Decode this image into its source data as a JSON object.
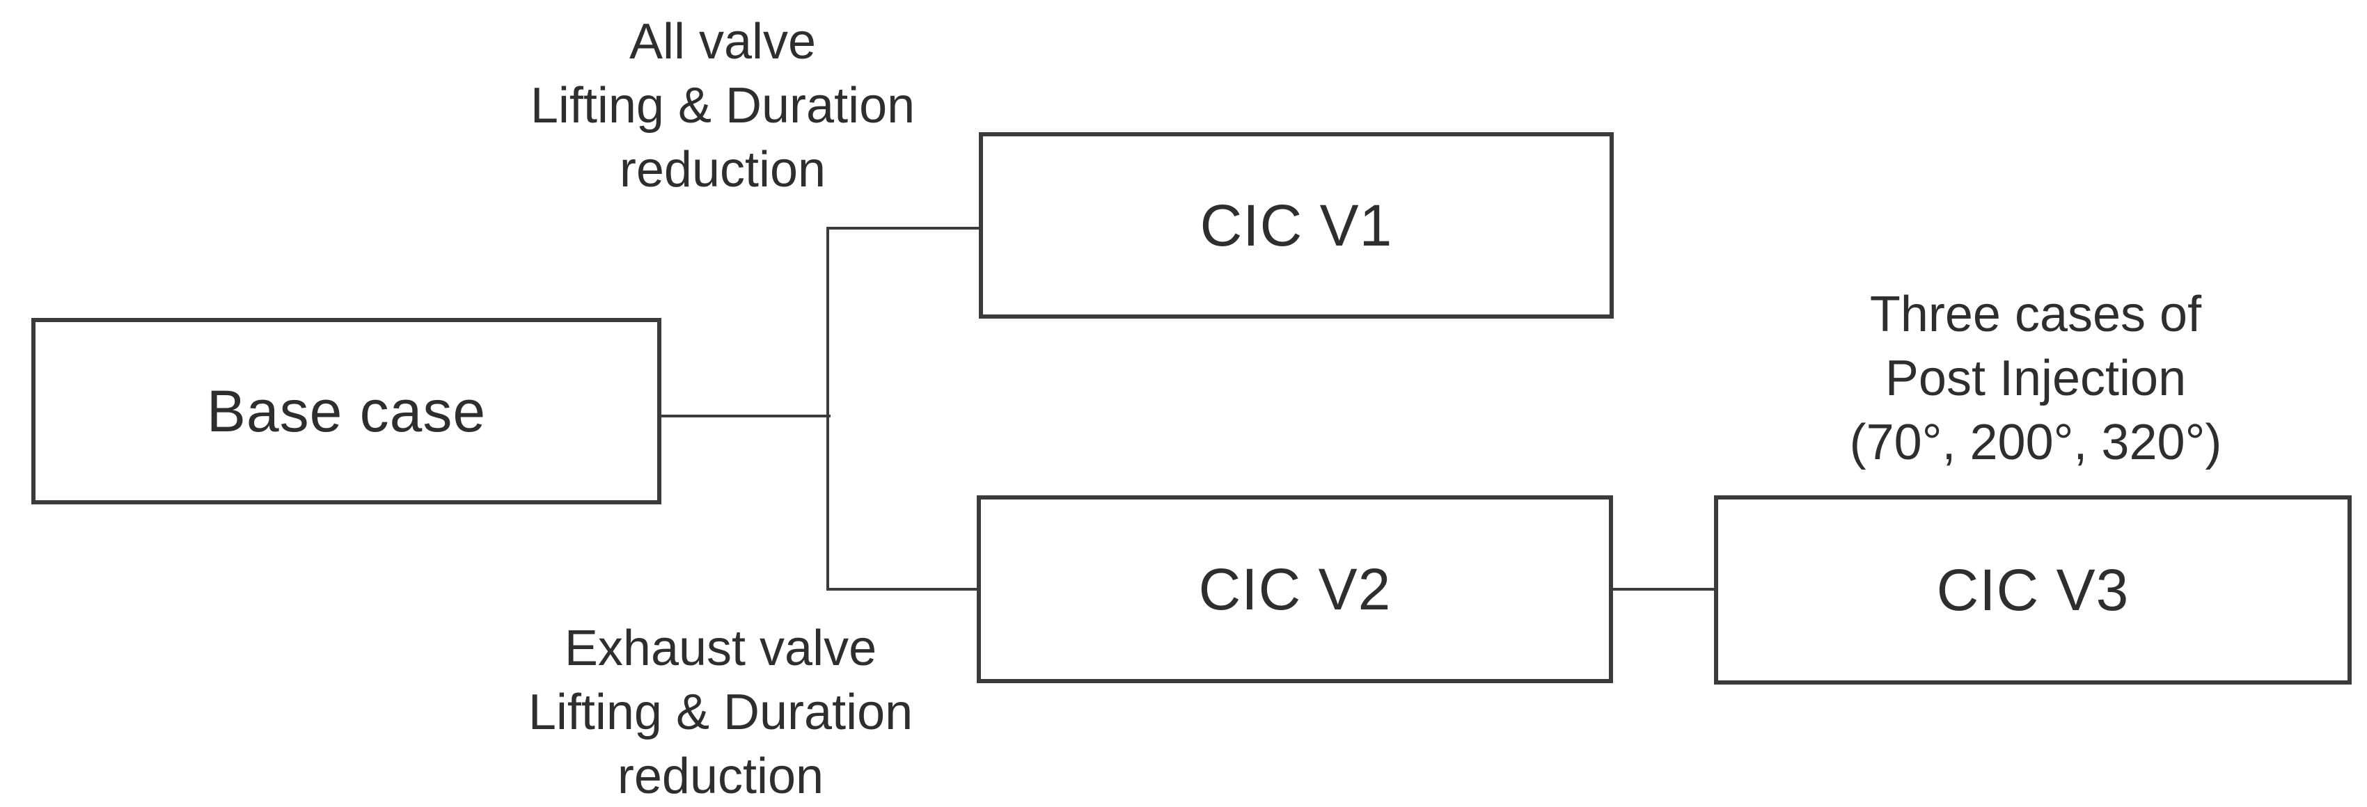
{
  "figure": {
    "colors": {
      "line": "#3b3b3b",
      "text": "#2e2e2e",
      "background": "#ffffff"
    },
    "boxes": [
      {
        "label": "Base case"
      },
      {
        "label": "CIC V1"
      },
      {
        "label": "CIC V2"
      },
      {
        "label": "CIC V3"
      }
    ],
    "annotations": [
      {
        "lines": [
          "All valve",
          "Lifting & Duration",
          "reduction"
        ]
      },
      {
        "lines": [
          "Exhaust valve",
          "Lifting & Duration",
          "reduction"
        ]
      },
      {
        "lines": [
          "Three cases of",
          "Post Injection",
          "(70°, 200°, 320°)"
        ]
      }
    ]
  }
}
